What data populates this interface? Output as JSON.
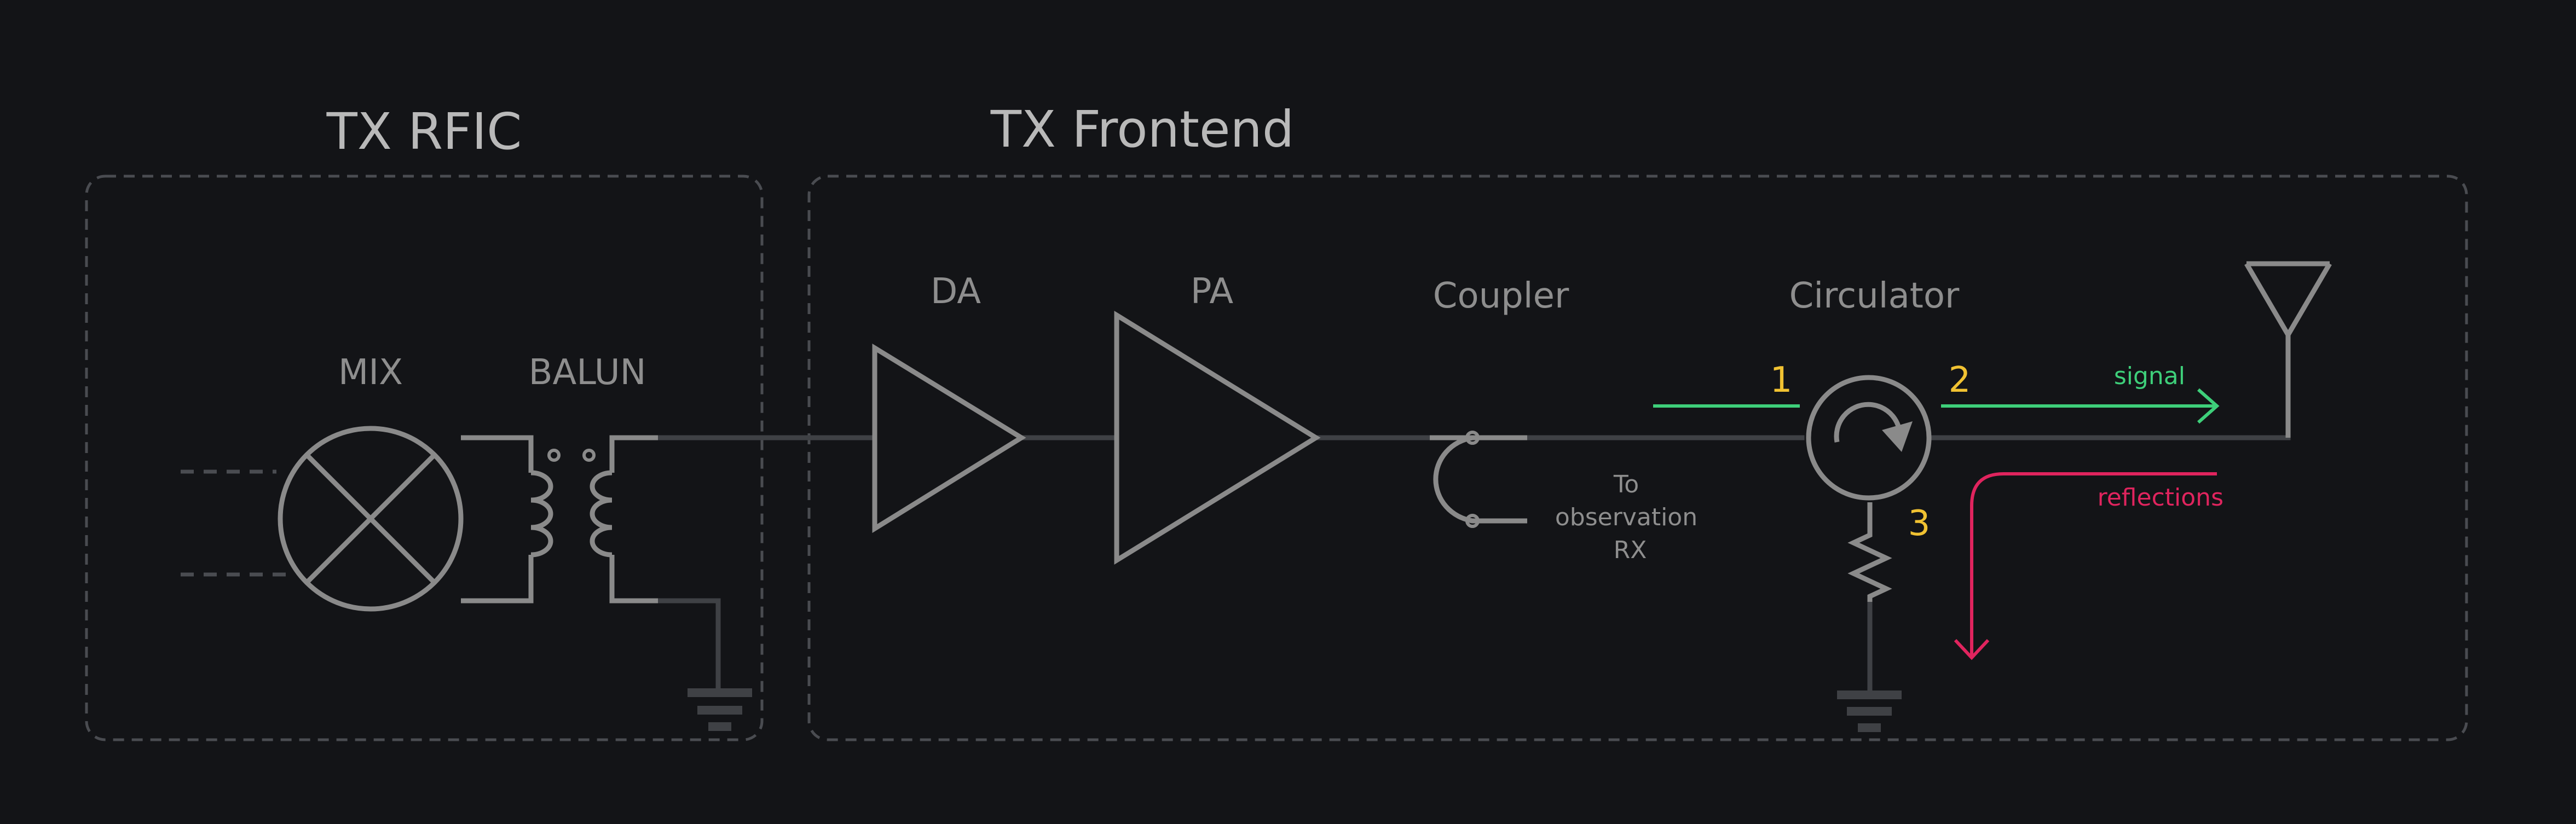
{
  "groups": {
    "rfic_title": "TX RFIC",
    "frontend_title": "TX Frontend"
  },
  "blocks": {
    "mix": "MIX",
    "balun": "BALUN",
    "da": "DA",
    "pa": "PA",
    "coupler": "Coupler",
    "circulator": "Circulator"
  },
  "coupler_note": [
    "To",
    "observation",
    "RX"
  ],
  "ports": {
    "p1": "1",
    "p2": "2",
    "p3": "3"
  },
  "legend": {
    "signal": "signal",
    "reflections": "reflections"
  },
  "colors": {
    "background": "#131417",
    "signal": "#3ecf7a",
    "reflections": "#e0245e",
    "port_label": "#f1c232"
  },
  "icons": {
    "antenna": "antenna-icon",
    "ground": "ground-icon",
    "resistor": "resistor-icon"
  }
}
